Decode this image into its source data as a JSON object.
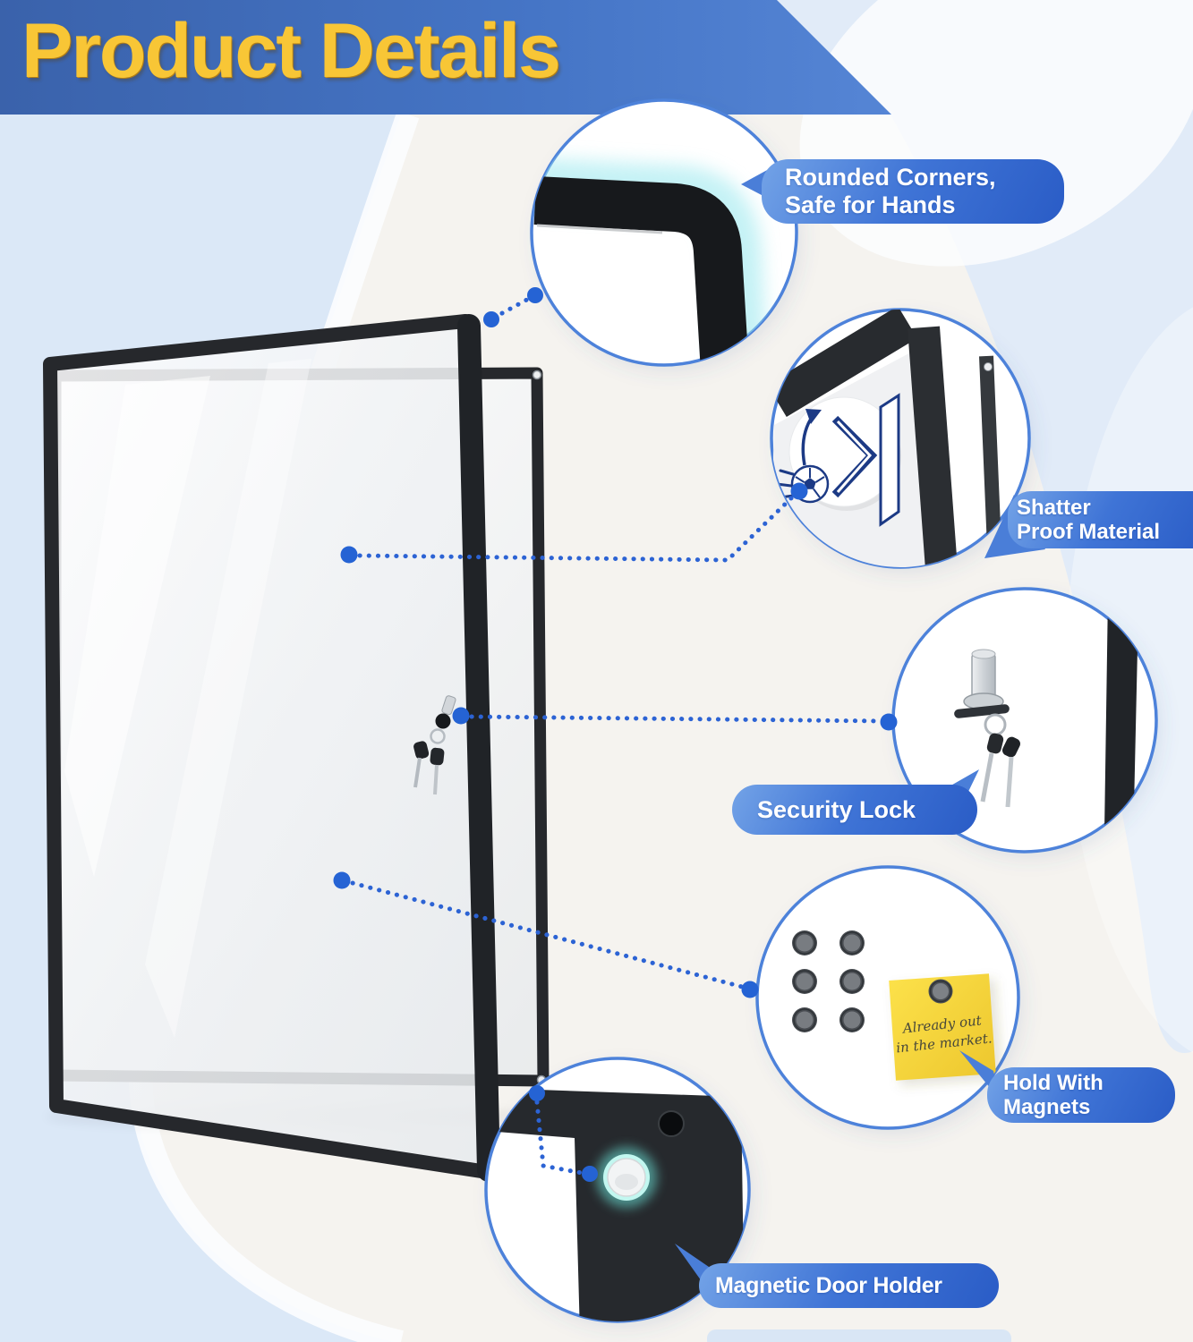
{
  "header": {
    "title": "Product Details"
  },
  "callouts": [
    {
      "name": "rounded-corners",
      "lines": [
        "Rounded Corners,",
        "Safe for Hands"
      ]
    },
    {
      "name": "shatter-proof",
      "lines": [
        "Shatter",
        "Proof Material"
      ]
    },
    {
      "name": "security-lock",
      "lines": [
        "Security Lock"
      ]
    },
    {
      "name": "hold-with-magnets",
      "lines": [
        "Hold With",
        "Magnets"
      ]
    },
    {
      "name": "magnetic-door-holder",
      "lines": [
        "Magnetic Door Holder"
      ]
    }
  ],
  "sticky_note": {
    "lines": [
      "Already out",
      "in the market."
    ]
  },
  "colors": {
    "banner_blue": "#4273c4",
    "title_yellow": "#F8C636",
    "pill_blue": "#3f74d6",
    "callout_ring": "#4d82da",
    "connector_blue": "#2c63d4",
    "note_yellow": "#f7d93e",
    "frame_black": "#26282c",
    "glow_teal": "#7ff0e8"
  },
  "icons": [
    "soccer-ball-icon",
    "bounce-arrow-icon",
    "door-panel-icon",
    "lock-icon",
    "keys-icon",
    "magnet-icon",
    "glow-magnet-icon",
    "screw-icon",
    "hinge-pin-icon"
  ]
}
